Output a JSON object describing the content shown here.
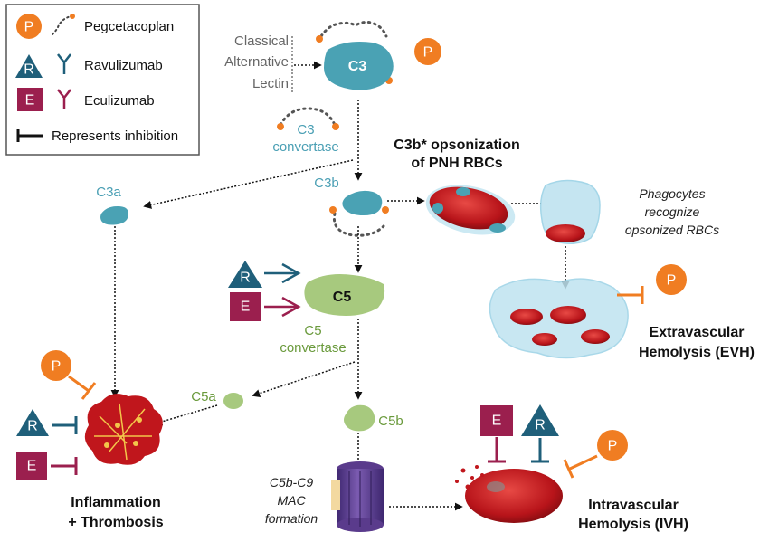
{
  "legend": {
    "pegcetacoplan": {
      "letter": "P",
      "label": "Pegcetacoplan"
    },
    "ravulizumab": {
      "letter": "R",
      "label": "Ravulizumab"
    },
    "eculizumab": {
      "letter": "E",
      "label": "Eculizumab"
    },
    "inhibition": {
      "label": "Represents inhibition"
    }
  },
  "pathways": [
    "Classical",
    "Alternative",
    "Lectin"
  ],
  "nodes": {
    "c3": "C3",
    "c3_convertase": [
      "C3",
      "convertase"
    ],
    "c3a": "C3a",
    "c3b": "C3b",
    "c5": "C5",
    "c5_convertase": [
      "C5",
      "convertase"
    ],
    "c5a": "C5a",
    "c5b": "C5b",
    "mac": [
      "C5b-C9",
      "MAC",
      "formation"
    ]
  },
  "outcomes": {
    "opsonization": [
      "C3b* opsonization",
      "of PNH RBCs"
    ],
    "phagocytes": [
      "Phagocytes",
      "recognize",
      "opsonized RBCs"
    ],
    "evh": [
      "Extravascular",
      "Hemolysis (EVH)"
    ],
    "ivh": [
      "Intravascular",
      "Hemolysis (IVH)"
    ],
    "inflammation": [
      "Inflammation",
      "+ Thrombosis"
    ]
  },
  "drug_letters": {
    "p": "P",
    "r": "R",
    "e": "E"
  },
  "colors": {
    "pegcetacoplan": "#f07d22",
    "ravulizumab": "#1f5f7a",
    "eculizumab": "#9b1f4e",
    "c3_teal": "#4aa2b4",
    "c3_text": "#4a9fb4",
    "c5_green": "#a7c97e",
    "c5_text": "#6a9a3c",
    "rbc_red": "#c0161c",
    "mac_purple": "#5a3b8c",
    "phagocyte_blue": "#bfe3f0"
  }
}
